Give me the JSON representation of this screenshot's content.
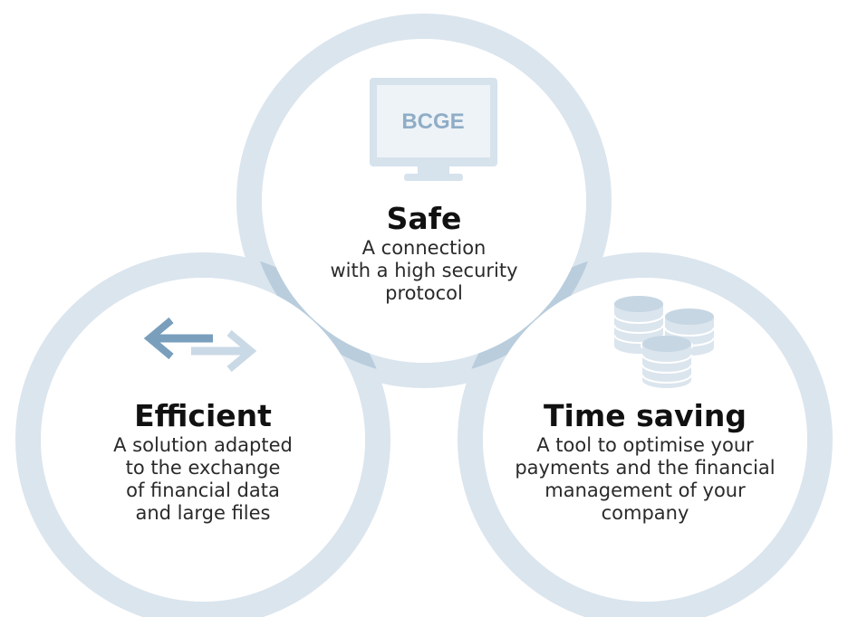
{
  "colors": {
    "ring": "#dbe5ee",
    "ring_overlap": "#b9cddd",
    "icon_dark": "#7a9fbd",
    "icon_light": "#c9d9e6",
    "monitor_screen": "#eef3f7",
    "monitor_frame": "#d6e2ec",
    "monitor_text": "#8fadc6"
  },
  "safe": {
    "icon": "computer-monitor-icon",
    "logo_text": "BCGE",
    "title": "Safe",
    "desc": [
      "A connection",
      "with a high security",
      "protocol"
    ]
  },
  "efficient": {
    "icon": "exchange-arrows-icon",
    "title": "Efficient",
    "desc": [
      "A solution adapted",
      "to the exchange",
      "of financial data",
      "and large files"
    ]
  },
  "time_saving": {
    "icon": "coin-stacks-icon",
    "title": "Time saving",
    "desc": [
      "A tool to optimise your",
      "payments and the financial",
      "management of your",
      "company"
    ]
  }
}
